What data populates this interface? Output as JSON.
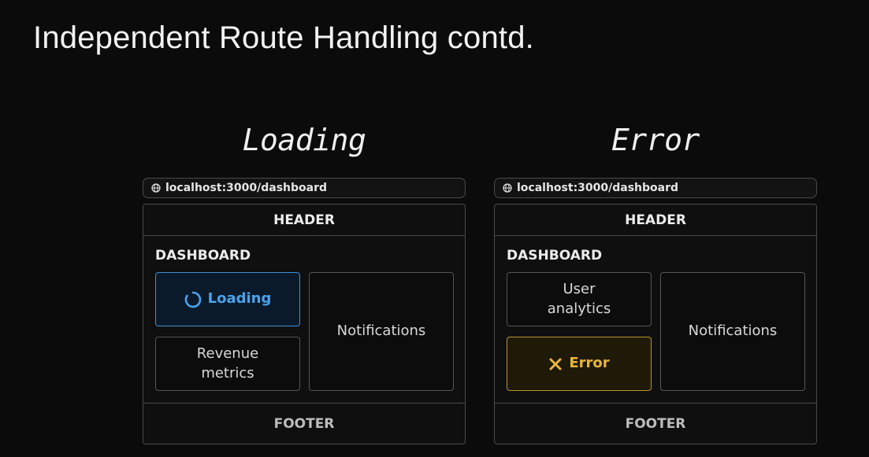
{
  "slide": {
    "title": "Independent Route Handling contd."
  },
  "panels": [
    {
      "heading": "Loading",
      "url": "localhost:3000/dashboard",
      "header": "HEADER",
      "dashboard": "DASHBOARD",
      "slot_top": "Loading",
      "slot_bottom": "Revenue\nmetrics",
      "slot_side": "Notifications",
      "footer": "FOOTER"
    },
    {
      "heading": "Error",
      "url": "localhost:3000/dashboard",
      "header": "HEADER",
      "dashboard": "DASHBOARD",
      "slot_top": "User\nanalytics",
      "slot_bottom": "Error",
      "slot_side": "Notifications",
      "footer": "FOOTER"
    }
  ],
  "colors": {
    "loading_accent": "#4aa3ee",
    "error_accent": "#e8b53c"
  },
  "icons": {
    "url": "globe-icon",
    "loading": "spinner-icon",
    "error": "x-mark-icon"
  }
}
